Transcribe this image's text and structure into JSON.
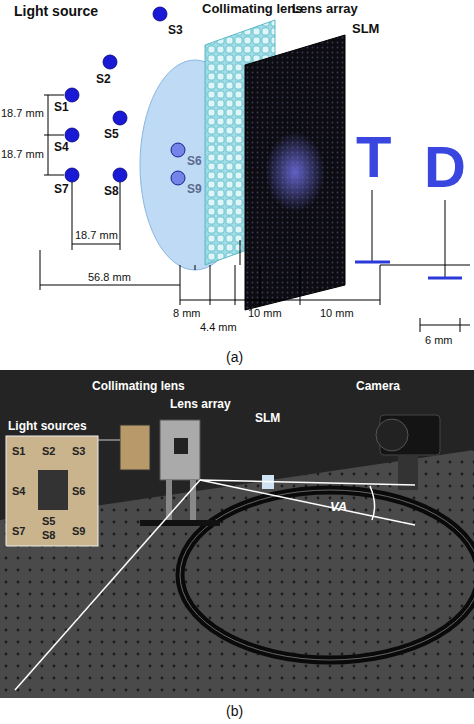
{
  "diagram": {
    "labels": [
      "Light source",
      "Collimating lens",
      "Lens array",
      "SLM",
      "S1",
      "S2",
      "S3",
      "S4",
      "S5",
      "S6",
      "S7",
      "S8",
      "S9",
      "18.7 mm",
      "18.7 mm",
      "18.7 mm",
      "56.8 mm",
      "8 mm",
      "4.4 mm",
      "10 mm",
      "10 mm",
      "6 mm",
      "T",
      "D",
      "(a)",
      "Collimating lens",
      "Lens array",
      "SLM",
      "Camera",
      "Light sources",
      "S1",
      "S2",
      "S3",
      "S4",
      "S5",
      "S6",
      "S7",
      "S8",
      "S9",
      "VA",
      "(b)"
    ]
  }
}
